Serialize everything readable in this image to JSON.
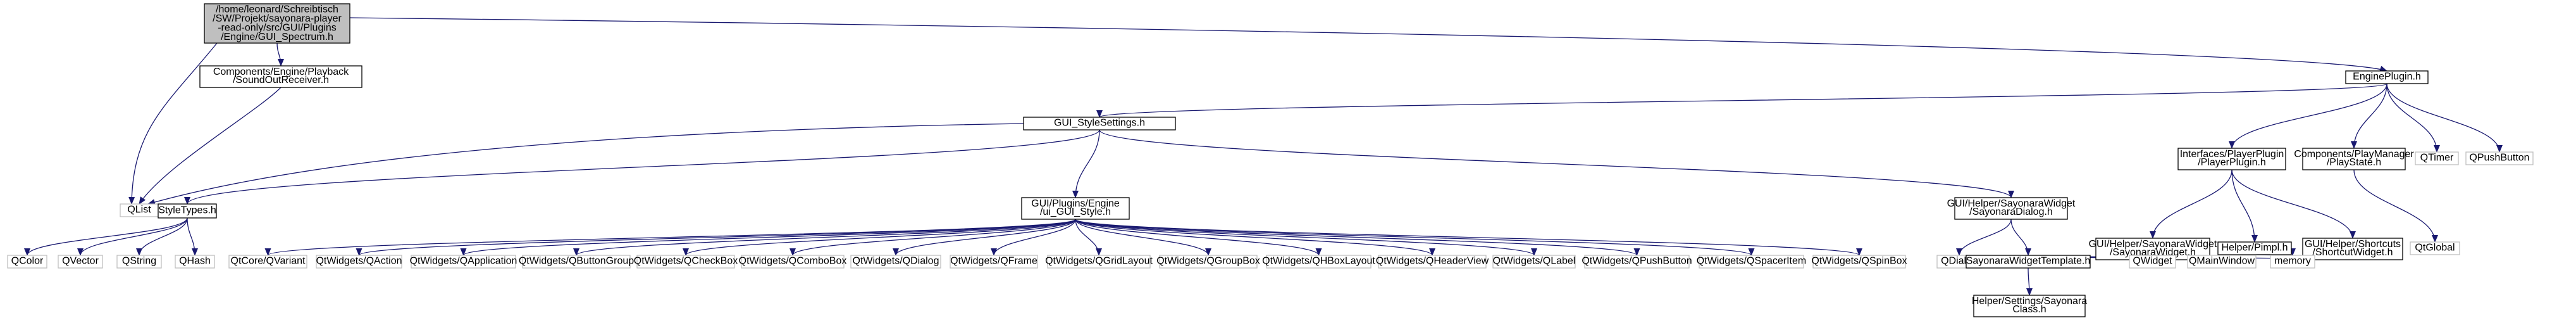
{
  "colors": {
    "edge": "#191970",
    "node_border": "#000000",
    "leaf_border": "#bfbfbf",
    "root_fill": "#bfbfbf",
    "node_fill": "#ffffff",
    "text": "#000000",
    "leaf_text": "#000000"
  },
  "nodes": [
    {
      "id": "root",
      "kind": "root",
      "lines": [
        "/home/leonard/Schreibtisch",
        "/SW/Projekt/sayonara-player",
        "-read-only/src/GUI/Plugins",
        "/Engine/GUI_Spectrum.h"
      ]
    },
    {
      "id": "soundout",
      "kind": "node",
      "lines": [
        "Components/Engine/Playback",
        "/SoundOutReceiver.h"
      ]
    },
    {
      "id": "engineplugin",
      "kind": "node",
      "lines": [
        "EnginePlugin.h"
      ]
    },
    {
      "id": "stylesettings",
      "kind": "node",
      "lines": [
        "GUI_StyleSettings.h"
      ]
    },
    {
      "id": "playerplugin",
      "kind": "node",
      "lines": [
        "Interfaces/PlayerPlugin",
        "/PlayerPlugin.h"
      ]
    },
    {
      "id": "playstate",
      "kind": "node",
      "lines": [
        "Components/PlayManager",
        "/PlayState.h"
      ]
    },
    {
      "id": "qtimer",
      "kind": "leaf",
      "lines": [
        "QTimer"
      ]
    },
    {
      "id": "qpushbutton",
      "kind": "leaf",
      "lines": [
        "QPushButton"
      ]
    },
    {
      "id": "qlist",
      "kind": "leaf",
      "lines": [
        "QList"
      ]
    },
    {
      "id": "styletypes",
      "kind": "node",
      "lines": [
        "StyleTypes.h"
      ]
    },
    {
      "id": "uistyle",
      "kind": "node",
      "lines": [
        "GUI/Plugins/Engine",
        "/ui_GUI_Style.h"
      ]
    },
    {
      "id": "sayonaradialog",
      "kind": "node",
      "lines": [
        "GUI/Helper/SayonaraWidget",
        "/SayonaraDialog.h"
      ]
    },
    {
      "id": "sayonarawidget",
      "kind": "node",
      "lines": [
        "GUI/Helper/SayonaraWidget",
        "/SayonaraWidget.h"
      ]
    },
    {
      "id": "helperpimpl",
      "kind": "node",
      "lines": [
        "Helper/Pimpl.h"
      ]
    },
    {
      "id": "shortcutwidget",
      "kind": "node",
      "lines": [
        "GUI/Helper/Shortcuts",
        "/ShortcutWidget.h"
      ]
    },
    {
      "id": "qglobal",
      "kind": "leaf",
      "lines": [
        "QtGlobal"
      ]
    },
    {
      "id": "qcolor",
      "kind": "leaf",
      "lines": [
        "QColor"
      ]
    },
    {
      "id": "qvector",
      "kind": "leaf",
      "lines": [
        "QVector"
      ]
    },
    {
      "id": "qstring",
      "kind": "leaf",
      "lines": [
        "QString"
      ]
    },
    {
      "id": "qhash",
      "kind": "leaf",
      "lines": [
        "QHash"
      ]
    },
    {
      "id": "qvariant",
      "kind": "leaf",
      "lines": [
        "QtCore/QVariant"
      ]
    },
    {
      "id": "qaction",
      "kind": "leaf",
      "lines": [
        "QtWidgets/QAction"
      ]
    },
    {
      "id": "qapplication",
      "kind": "leaf",
      "lines": [
        "QtWidgets/QApplication"
      ]
    },
    {
      "id": "qbuttongroup",
      "kind": "leaf",
      "lines": [
        "QtWidgets/QButtonGroup"
      ]
    },
    {
      "id": "qcheckbox",
      "kind": "leaf",
      "lines": [
        "QtWidgets/QCheckBox"
      ]
    },
    {
      "id": "qcombobox",
      "kind": "leaf",
      "lines": [
        "QtWidgets/QComboBox"
      ]
    },
    {
      "id": "qdialogw",
      "kind": "leaf",
      "lines": [
        "QtWidgets/QDialog"
      ]
    },
    {
      "id": "qframe",
      "kind": "leaf",
      "lines": [
        "QtWidgets/QFrame"
      ]
    },
    {
      "id": "qgridlayout",
      "kind": "leaf",
      "lines": [
        "QtWidgets/QGridLayout"
      ]
    },
    {
      "id": "qgroupbox",
      "kind": "leaf",
      "lines": [
        "QtWidgets/QGroupBox"
      ]
    },
    {
      "id": "qhboxlayout",
      "kind": "leaf",
      "lines": [
        "QtWidgets/QHBoxLayout"
      ]
    },
    {
      "id": "qheaderview",
      "kind": "leaf",
      "lines": [
        "QtWidgets/QHeaderView"
      ]
    },
    {
      "id": "qlabel",
      "kind": "leaf",
      "lines": [
        "QtWidgets/QLabel"
      ]
    },
    {
      "id": "qpushbuttonw",
      "kind": "leaf",
      "lines": [
        "QtWidgets/QPushButton"
      ]
    },
    {
      "id": "qspaceritem",
      "kind": "leaf",
      "lines": [
        "QtWidgets/QSpacerItem"
      ]
    },
    {
      "id": "qspinbox",
      "kind": "leaf",
      "lines": [
        "QtWidgets/QSpinBox"
      ]
    },
    {
      "id": "qdialog",
      "kind": "leaf",
      "lines": [
        "QDialog"
      ]
    },
    {
      "id": "swtemplate",
      "kind": "node",
      "lines": [
        "SayonaraWidgetTemplate.h"
      ]
    },
    {
      "id": "qwidget",
      "kind": "leaf",
      "lines": [
        "QWidget"
      ]
    },
    {
      "id": "qmainwindow",
      "kind": "leaf",
      "lines": [
        "QMainWindow"
      ]
    },
    {
      "id": "memory",
      "kind": "leaf",
      "lines": [
        "memory"
      ]
    },
    {
      "id": "sayonaraclass",
      "kind": "node",
      "lines": [
        "Helper/Settings/Sayonara",
        "Class.h"
      ]
    }
  ],
  "edges": [
    [
      "root",
      "soundout"
    ],
    [
      "root",
      "engineplugin"
    ],
    [
      "root",
      "qlist"
    ],
    [
      "soundout",
      "qlist"
    ],
    [
      "engineplugin",
      "stylesettings"
    ],
    [
      "engineplugin",
      "playerplugin"
    ],
    [
      "engineplugin",
      "playstate"
    ],
    [
      "engineplugin",
      "qtimer"
    ],
    [
      "engineplugin",
      "qpushbutton"
    ],
    [
      "stylesettings",
      "qlist"
    ],
    [
      "stylesettings",
      "styletypes"
    ],
    [
      "stylesettings",
      "uistyle"
    ],
    [
      "stylesettings",
      "sayonaradialog"
    ],
    [
      "styletypes",
      "qcolor"
    ],
    [
      "styletypes",
      "qvector"
    ],
    [
      "styletypes",
      "qstring"
    ],
    [
      "styletypes",
      "qhash"
    ],
    [
      "uistyle",
      "qvariant"
    ],
    [
      "uistyle",
      "qaction"
    ],
    [
      "uistyle",
      "qapplication"
    ],
    [
      "uistyle",
      "qbuttongroup"
    ],
    [
      "uistyle",
      "qcheckbox"
    ],
    [
      "uistyle",
      "qcombobox"
    ],
    [
      "uistyle",
      "qdialogw"
    ],
    [
      "uistyle",
      "qframe"
    ],
    [
      "uistyle",
      "qgridlayout"
    ],
    [
      "uistyle",
      "qgroupbox"
    ],
    [
      "uistyle",
      "qhboxlayout"
    ],
    [
      "uistyle",
      "qheaderview"
    ],
    [
      "uistyle",
      "qlabel"
    ],
    [
      "uistyle",
      "qpushbuttonw"
    ],
    [
      "uistyle",
      "qspaceritem"
    ],
    [
      "uistyle",
      "qspinbox"
    ],
    [
      "sayonaradialog",
      "qdialog"
    ],
    [
      "sayonaradialog",
      "swtemplate"
    ],
    [
      "playerplugin",
      "sayonarawidget"
    ],
    [
      "playerplugin",
      "helperpimpl"
    ],
    [
      "playerplugin",
      "shortcutwidget"
    ],
    [
      "playstate",
      "qglobal"
    ],
    [
      "sayonarawidget",
      "swtemplate"
    ],
    [
      "sayonarawidget",
      "qwidget"
    ],
    [
      "sayonarawidget",
      "qmainwindow"
    ],
    [
      "helperpimpl",
      "memory"
    ],
    [
      "shortcutwidget",
      "swtemplate"
    ],
    [
      "swtemplate",
      "sayonaraclass"
    ]
  ]
}
